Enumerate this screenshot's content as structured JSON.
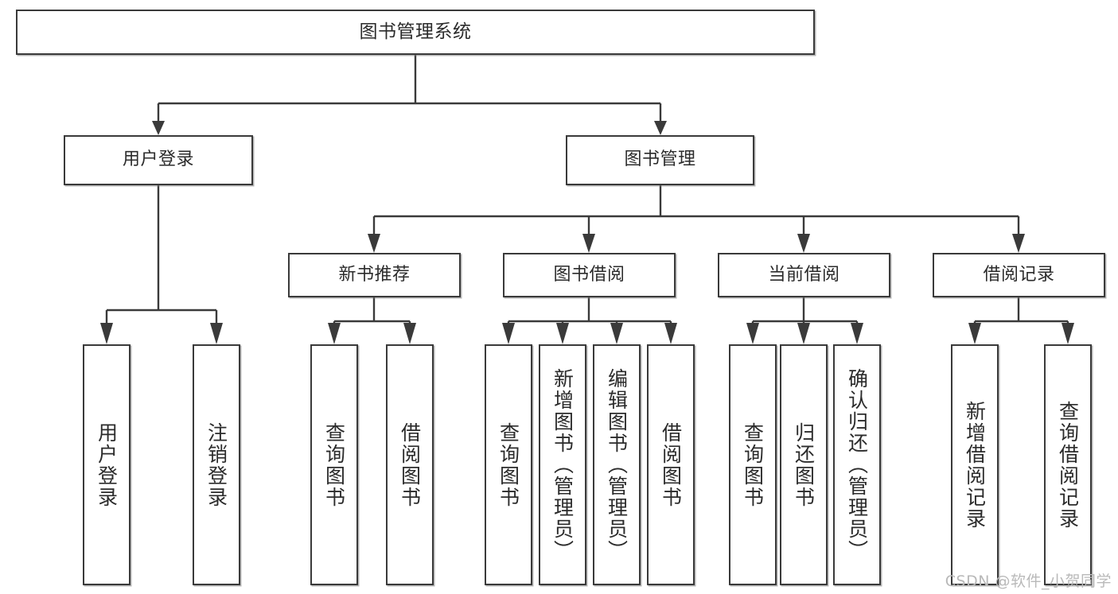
{
  "diagram": {
    "title": "图书管理系统",
    "watermark": "CSDN @软件_小贺同学",
    "stroke_color": "#3a3a3a",
    "box_fill": "#ffffff",
    "text_color": "#2b2b2b",
    "watermark_color": "#b9b9b9",
    "nodes": {
      "root": {
        "label": "图书管理系统",
        "level": 1,
        "orientation": "horizontal"
      },
      "user_login": {
        "label": "用户登录",
        "level": 2,
        "orientation": "horizontal"
      },
      "book_manage": {
        "label": "图书管理",
        "level": 2,
        "orientation": "horizontal"
      },
      "new_book_rec": {
        "label": "新书推荐",
        "level": 3,
        "orientation": "horizontal"
      },
      "book_borrow": {
        "label": "图书借阅",
        "level": 3,
        "orientation": "horizontal"
      },
      "current_borrow": {
        "label": "当前借阅",
        "level": 3,
        "orientation": "horizontal"
      },
      "borrow_record": {
        "label": "借阅记录",
        "level": 3,
        "orientation": "horizontal"
      },
      "leaf_user_login": {
        "label": "用户登录",
        "level": 4,
        "orientation": "vertical"
      },
      "leaf_logout": {
        "label": "注销登录",
        "level": 4,
        "orientation": "vertical"
      },
      "leaf_query_book_1": {
        "label": "查询图书",
        "level": 4,
        "orientation": "vertical"
      },
      "leaf_borrow_book_1": {
        "label": "借阅图书",
        "level": 4,
        "orientation": "vertical"
      },
      "leaf_query_book_2": {
        "label": "查询图书",
        "level": 4,
        "orientation": "vertical"
      },
      "leaf_add_book": {
        "label": "新增图书（管理员）",
        "level": 4,
        "orientation": "vertical"
      },
      "leaf_edit_book": {
        "label": "编辑图书（管理员）",
        "level": 4,
        "orientation": "vertical"
      },
      "leaf_borrow_book_2": {
        "label": "借阅图书",
        "level": 4,
        "orientation": "vertical"
      },
      "leaf_query_book_3": {
        "label": "查询图书",
        "level": 4,
        "orientation": "vertical"
      },
      "leaf_return_book": {
        "label": "归还图书",
        "level": 4,
        "orientation": "vertical"
      },
      "leaf_confirm_return": {
        "label": "确认归还（管理员）",
        "level": 4,
        "orientation": "vertical"
      },
      "leaf_add_record": {
        "label": "新增借阅记录",
        "level": 4,
        "orientation": "vertical"
      },
      "leaf_query_record": {
        "label": "查询借阅记录",
        "level": 4,
        "orientation": "vertical"
      }
    },
    "edges": [
      {
        "from": "root",
        "to": "user_login"
      },
      {
        "from": "root",
        "to": "book_manage"
      },
      {
        "from": "user_login",
        "to": "leaf_user_login"
      },
      {
        "from": "user_login",
        "to": "leaf_logout"
      },
      {
        "from": "book_manage",
        "to": "new_book_rec"
      },
      {
        "from": "book_manage",
        "to": "book_borrow"
      },
      {
        "from": "book_manage",
        "to": "current_borrow"
      },
      {
        "from": "book_manage",
        "to": "borrow_record"
      },
      {
        "from": "new_book_rec",
        "to": "leaf_query_book_1"
      },
      {
        "from": "new_book_rec",
        "to": "leaf_borrow_book_1"
      },
      {
        "from": "book_borrow",
        "to": "leaf_query_book_2"
      },
      {
        "from": "book_borrow",
        "to": "leaf_add_book"
      },
      {
        "from": "book_borrow",
        "to": "leaf_edit_book"
      },
      {
        "from": "book_borrow",
        "to": "leaf_borrow_book_2"
      },
      {
        "from": "current_borrow",
        "to": "leaf_query_book_3"
      },
      {
        "from": "current_borrow",
        "to": "leaf_return_book"
      },
      {
        "from": "current_borrow",
        "to": "leaf_confirm_return"
      },
      {
        "from": "borrow_record",
        "to": "leaf_add_record"
      },
      {
        "from": "borrow_record",
        "to": "leaf_query_record"
      }
    ]
  }
}
